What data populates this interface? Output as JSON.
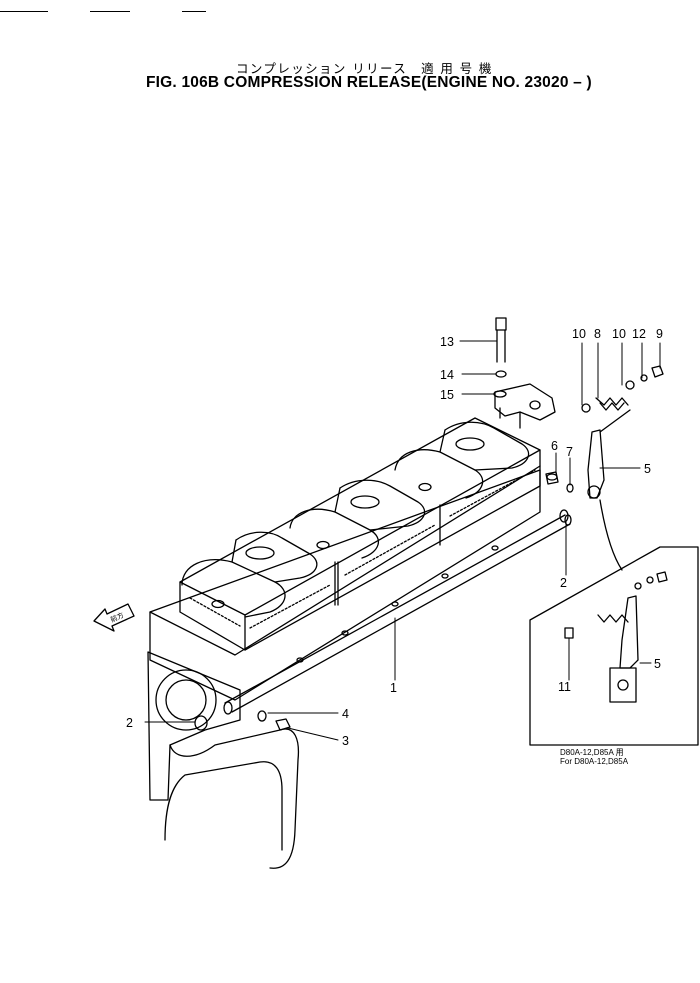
{
  "header": {
    "title_jp": "コンプレッション リリース　適 用 号 機",
    "title_en": "FIG. 106B  COMPRESSION RELEASE(ENGINE NO. 23020 – )"
  },
  "diagram": {
    "direction_label": "前方",
    "callouts": [
      {
        "id": "c13",
        "text": "13"
      },
      {
        "id": "c14",
        "text": "14"
      },
      {
        "id": "c15",
        "text": "15"
      },
      {
        "id": "c10a",
        "text": "10"
      },
      {
        "id": "c8",
        "text": "8"
      },
      {
        "id": "c10b",
        "text": "10"
      },
      {
        "id": "c12",
        "text": "12"
      },
      {
        "id": "c9",
        "text": "9"
      },
      {
        "id": "c6",
        "text": "6"
      },
      {
        "id": "c7",
        "text": "7"
      },
      {
        "id": "c5a",
        "text": "5"
      },
      {
        "id": "c2a",
        "text": "2"
      },
      {
        "id": "c1",
        "text": "1"
      },
      {
        "id": "c2b",
        "text": "2"
      },
      {
        "id": "c4",
        "text": "4"
      },
      {
        "id": "c3",
        "text": "3"
      },
      {
        "id": "c11",
        "text": "11"
      },
      {
        "id": "c5b",
        "text": "5"
      }
    ],
    "inset_note_jp": "D80A-12,D85A 用",
    "inset_note_en": "For D80A-12,D85A"
  }
}
